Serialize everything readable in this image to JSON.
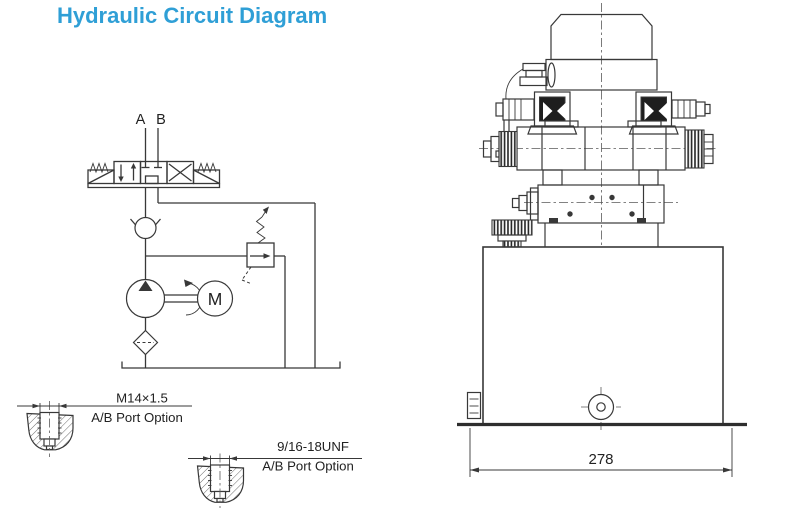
{
  "title": {
    "text": "Hydraulic Circuit Diagram",
    "color": "#2F9FD6"
  },
  "schematic": {
    "port_a": "A",
    "port_b": "B",
    "motor": "M"
  },
  "port_options": [
    {
      "thread": "M14×1.5",
      "label": "A/B Port Option"
    },
    {
      "thread": "9/16-18UNF",
      "label": "A/B Port Option"
    }
  ],
  "dimension": {
    "base_width": "278"
  },
  "colors": {
    "line": "#383838",
    "centerline": "#5a5a5a",
    "background": "#ffffff"
  }
}
